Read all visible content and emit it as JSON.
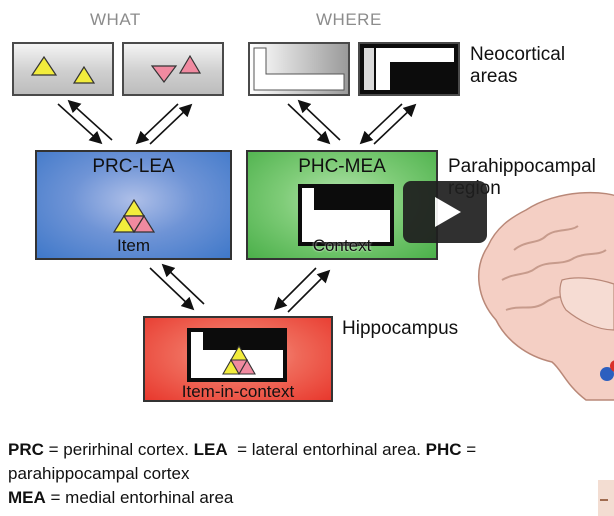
{
  "diagram": {
    "headers": {
      "what": "WHAT",
      "where": "WHERE"
    },
    "neocortical_label_line1": "Neocortical",
    "neocortical_label_line2": "areas",
    "parahippocampal_label_line1": "Parahippocampal",
    "parahippocampal_label_line2": "region",
    "hippocampus_label": "Hippocampus",
    "prc_lea": {
      "title": "PRC-LEA",
      "caption": "Item"
    },
    "phc_mea": {
      "title": "PHC-MEA",
      "caption": "Context"
    },
    "hippo_box": {
      "caption": "Item-in-context"
    }
  },
  "legend": {
    "line1_prc": "PRC",
    "line1_prc_def": " = perirhinal cortex. ",
    "line1_lea": "LEA",
    "line1_lea_def": "  = lateral entorhinal area. ",
    "line1_phc": "PHC",
    "line1_phc_def": " =",
    "line2": "parahippocampal cortex",
    "line3_mea": "MEA",
    "line3_mea_def": " = medial entorhinal area"
  },
  "colors": {
    "prc_blue": "#3f78c9",
    "phc_green": "#4bb04a",
    "hippo_red": "#e8382d",
    "triangle_yellow": "#f2ec3c",
    "triangle_pink": "#f08aa0",
    "play_button": "#1f1f1f"
  },
  "overlay": {
    "play_button": "play-icon"
  }
}
